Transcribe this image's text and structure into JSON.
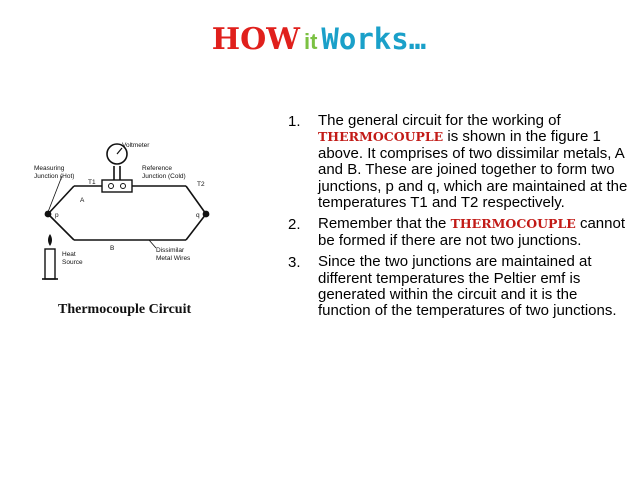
{
  "title": {
    "how": "HOW",
    "it": "it",
    "works": "Works…"
  },
  "diagram": {
    "caption": "Thermocouple Circuit",
    "labels": {
      "voltmeter": "Voltmeter",
      "measuring_1": "Measuring",
      "measuring_2": "Junction (Hot)",
      "t1": "T1",
      "reference_1": "Reference",
      "reference_2": "Junction (Cold)",
      "t2": "T2",
      "a": "A",
      "b": "B",
      "p": "p",
      "q": "q",
      "heat_1": "Heat",
      "heat_2": "Source",
      "dissimilar_1": "Dissimilar",
      "dissimilar_2": "Metal Wires"
    }
  },
  "items": [
    {
      "number": "1.",
      "before": "The general circuit for the working of ",
      "highlight": "THERMOCOUPLE",
      "after": " is shown in the figure 1 above. It comprises of two dissimilar metals, A and B. These are joined together to form two junctions, p and q, which are maintained at the temperatures T1 and T2 respectively."
    },
    {
      "number": "2.",
      "before": " Remember that the ",
      "highlight": "THERMOCOUPLE",
      "after": " cannot be formed if there are not two junctions."
    },
    {
      "number": "3.",
      "before": " Since the two junctions are maintained at different temperatures the Peltier emf is generated within the circuit and it is the function of the temperatures of two junctions.",
      "highlight": "",
      "after": ""
    }
  ]
}
